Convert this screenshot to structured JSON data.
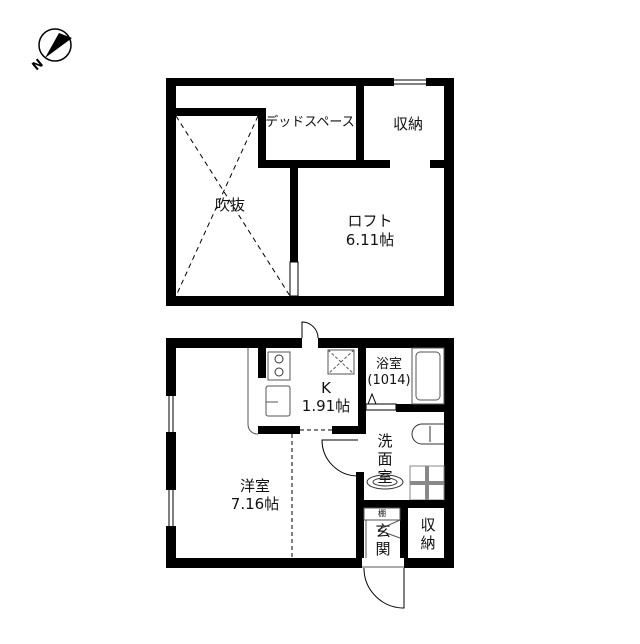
{
  "compass": {
    "label": "N",
    "icon": "north-arrow-icon"
  },
  "loft_floor": {
    "rooms": {
      "void": {
        "label": "吹抜"
      },
      "dead_space": {
        "label": "デッドスペース"
      },
      "storage": {
        "label": "収納"
      },
      "loft": {
        "label": "ロフト",
        "size": "6.11帖"
      }
    }
  },
  "main_floor": {
    "rooms": {
      "western_room": {
        "label": "洋室",
        "size": "7.16帖"
      },
      "kitchen": {
        "label": "K",
        "size": "1.91帖"
      },
      "bathroom": {
        "label": "浴室",
        "size": "(1014)"
      },
      "washroom": {
        "label": "洗\n面\n室"
      },
      "entrance": {
        "label": "玄\n関",
        "shelf": "棚"
      },
      "storage": {
        "label": "収\n納"
      }
    }
  },
  "colors": {
    "wall": "#000000",
    "background": "#ffffff",
    "text": "#111111",
    "fixture": "#555555"
  }
}
